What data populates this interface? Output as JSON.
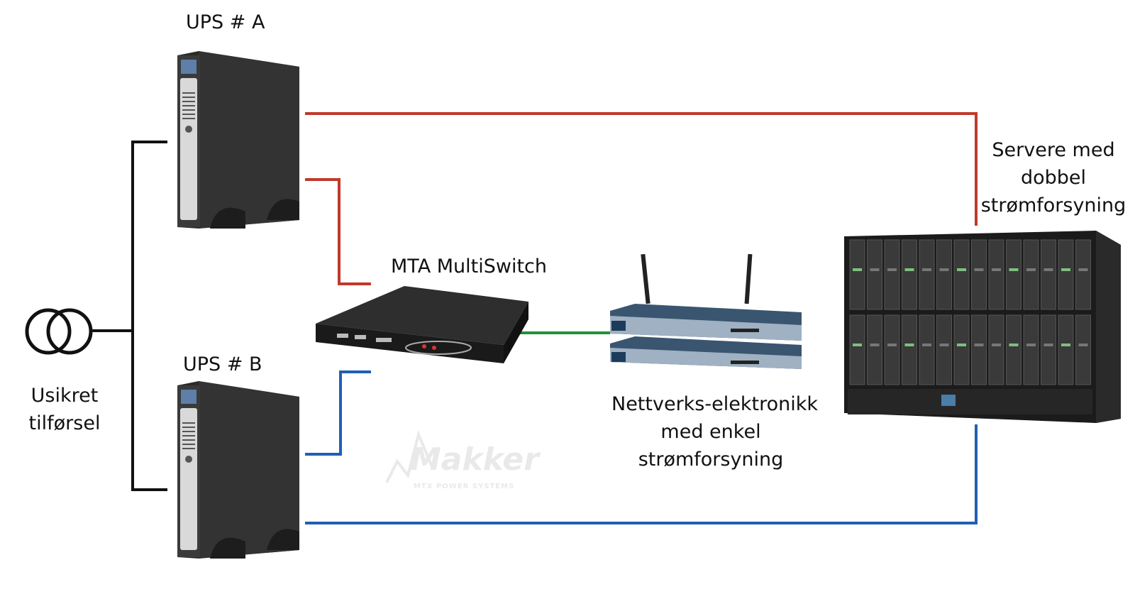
{
  "labels": {
    "ups_a": "UPS # A",
    "ups_b": "UPS # B",
    "multiswitch": "MTA MultiSwitch",
    "input_line1": "Usikret",
    "input_line2": "tilførsel",
    "servers_line1": "Servere med",
    "servers_line2": "dobbel",
    "servers_line3": "strømforsyning",
    "network_line1": "Nettverks-elektronikk",
    "network_line2": "med enkel",
    "network_line3": "strømforsyning",
    "watermark": "Makker",
    "watermark_sub": "MTX POWER SYSTEMS"
  },
  "colors": {
    "feed_a": "#c0392b",
    "feed_b": "#1f5fb5",
    "network": "#22913a",
    "mains": "#111111",
    "device_dark": "#2b2b2b",
    "device_panel": "#d9d9d9",
    "router_blue": "#2c4a66"
  },
  "icons": {
    "transformer": "transformer-icon",
    "ups": "ups-tower-icon",
    "switch": "multiswitch-rack-icon",
    "router": "router-icon",
    "server": "blade-server-icon"
  }
}
